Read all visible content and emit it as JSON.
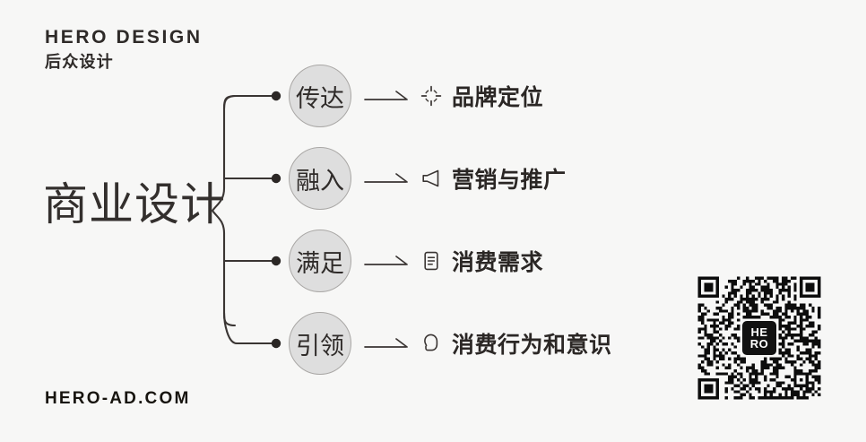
{
  "page": {
    "background_color": "#f7f7f6",
    "ink_color": "#2b2725",
    "circle_fill_color": "#dedede",
    "circle_border_color": "#a9a7a5"
  },
  "logo": {
    "en": "HERO DESIGN",
    "cn": "后众设计"
  },
  "title": {
    "text": "商业设计"
  },
  "rows": [
    {
      "node": "传达",
      "arrow": "→",
      "icon": "target-crosshair-icon",
      "label": "品牌定位"
    },
    {
      "node": "融入",
      "arrow": "→",
      "icon": "megaphone-icon",
      "label": "营销与推广"
    },
    {
      "node": "满足",
      "arrow": "→",
      "icon": "document-lines-icon",
      "label": "消费需求"
    },
    {
      "node": "引领",
      "arrow": "→",
      "icon": "head-profile-icon",
      "label": "消费行为和意识"
    }
  ],
  "footer": {
    "url": "HERO-AD.COM"
  },
  "qr": {
    "logo_top": "HE",
    "logo_bottom": "RO"
  }
}
